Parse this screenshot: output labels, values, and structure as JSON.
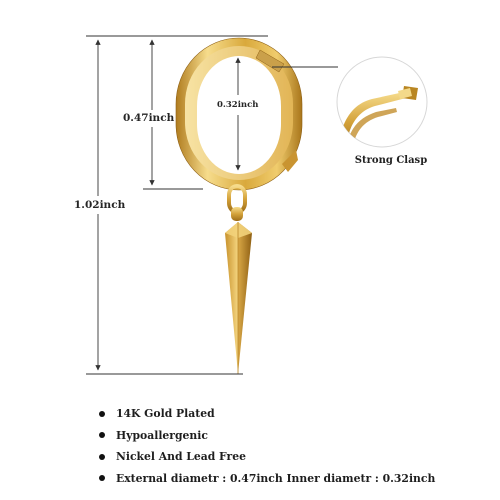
{
  "dimensions": {
    "total_height": "1.02inch",
    "outer_diameter": "0.47inch",
    "inner_diameter": "0.32inch"
  },
  "clasp_caption": "Strong Clasp",
  "features": [
    "14K Gold Plated",
    "Hypoallergenic",
    "Nickel And Lead Free",
    "External diametr : 0.47inch Inner diametr : 0.32inch"
  ],
  "colors": {
    "gold_light": "#f3d98a",
    "gold_mid": "#d9a93c",
    "gold_dark": "#a9761b",
    "dimension_line": "#333333"
  }
}
